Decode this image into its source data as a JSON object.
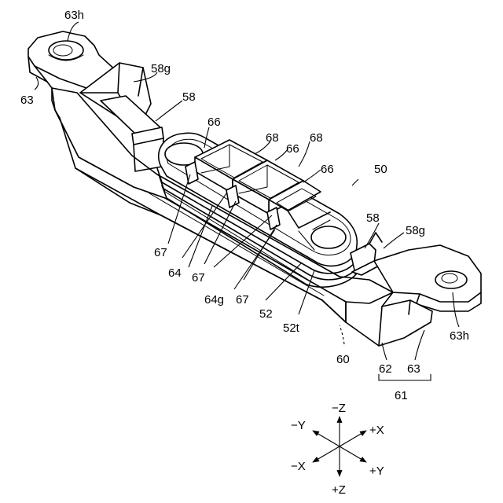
{
  "labels": {
    "hole_top_left": "63h",
    "bracket_left": "63",
    "guide_top": "58g",
    "rib_top": "58",
    "cap_a": "66",
    "cap_b": "66",
    "cap_c": "66",
    "window_a": "68",
    "window_b": "68",
    "assembly": "50",
    "rib_right": "58",
    "guide_right": "58g",
    "hole_right": "63h",
    "clip_a": "67",
    "clip_b": "67",
    "clip_c": "67",
    "seal": "64",
    "seal_groove": "64g",
    "body": "52",
    "body_t": "52t",
    "base": "60",
    "wall": "62",
    "bracket_right": "63",
    "holder": "61"
  },
  "axes": {
    "minus_z": "−Z",
    "plus_z": "+Z",
    "minus_y": "−Y",
    "plus_y": "+Y",
    "minus_x": "−X",
    "plus_x": "+X"
  }
}
